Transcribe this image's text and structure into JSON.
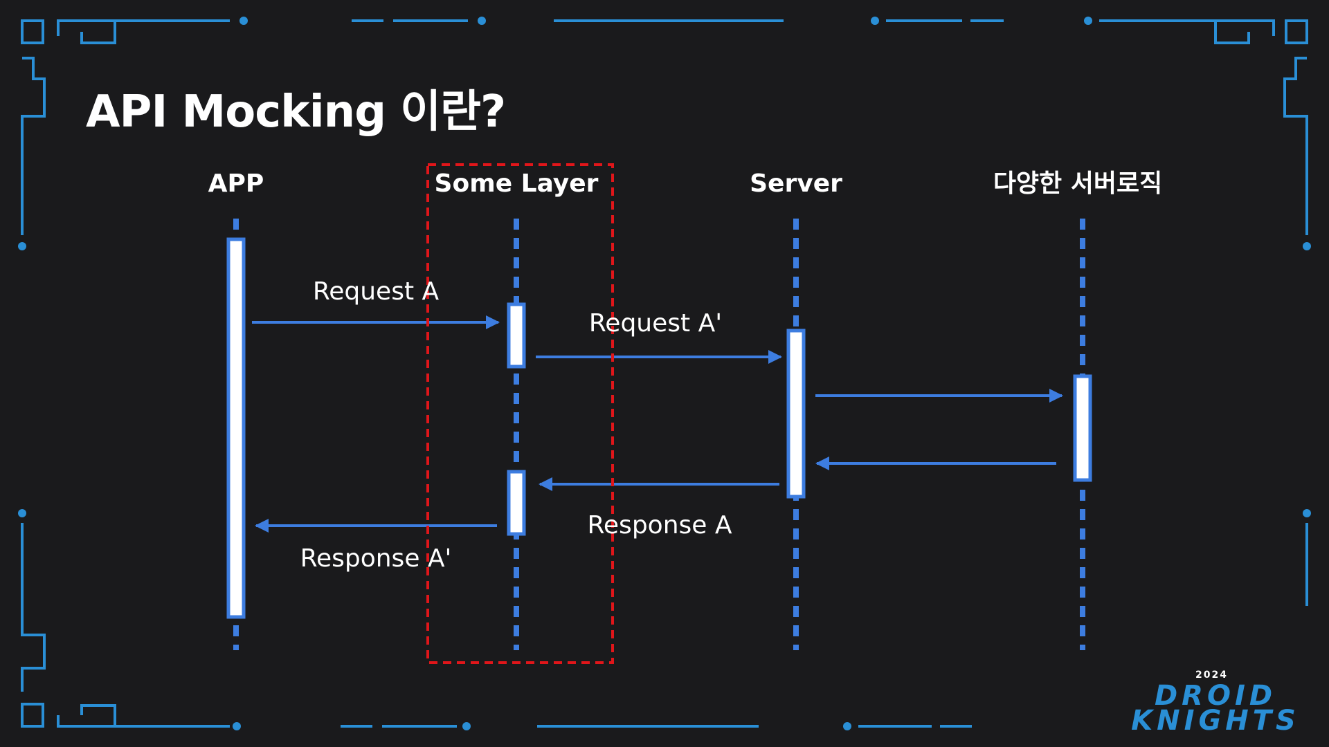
{
  "slide": {
    "title": "API Mocking 이란?"
  },
  "participants": [
    {
      "id": "app",
      "label": "APP"
    },
    {
      "id": "some-layer",
      "label": "Some Layer"
    },
    {
      "id": "server",
      "label": "Server"
    },
    {
      "id": "server-logic",
      "label": "다양한 서버로직"
    }
  ],
  "messages": [
    {
      "from": "app",
      "to": "some-layer",
      "label": "Request A"
    },
    {
      "from": "some-layer",
      "to": "server",
      "label": "Request A'"
    },
    {
      "from": "server",
      "to": "server-logic",
      "label": ""
    },
    {
      "from": "server-logic",
      "to": "server",
      "label": ""
    },
    {
      "from": "server",
      "to": "some-layer",
      "label": "Response A"
    },
    {
      "from": "some-layer",
      "to": "app",
      "label": "Response A'"
    }
  ],
  "highlight": {
    "target": "some-layer",
    "style": "red-dashed-box"
  },
  "event_logo": {
    "year": "2024",
    "line1": "DROID",
    "line2": "KNIGHTS"
  },
  "colors": {
    "background": "#1a1a1c",
    "frame": "#2a8fd6",
    "lifeline": "#3d7de0",
    "arrow": "#3d7de0",
    "highlight": "#e0161a",
    "text": "#ffffff"
  }
}
